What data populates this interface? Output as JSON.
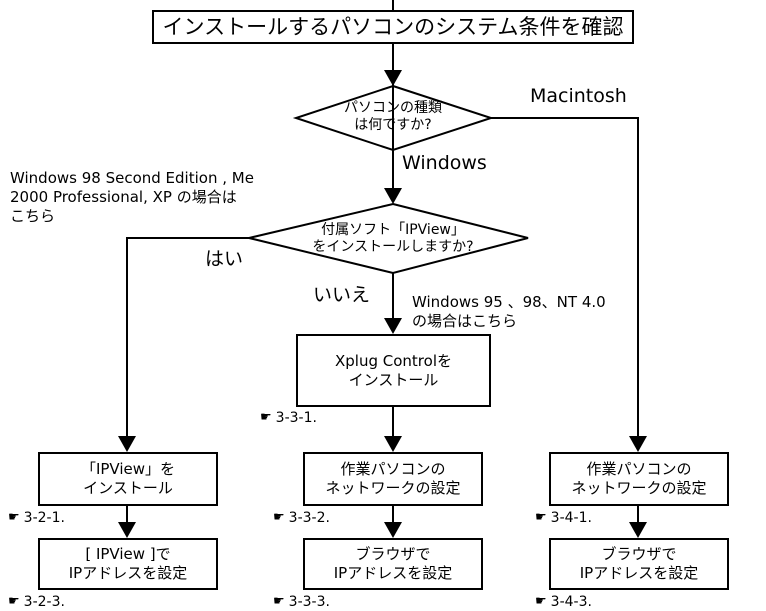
{
  "title": "インストールするパソコンのシステム条件を確認",
  "decision_pc": {
    "line1": "パソコンの種類",
    "line2": "は何ですか?"
  },
  "decision_ipview": {
    "line1": "付属ソフト「IPView」",
    "line2": "をインストールしますか?"
  },
  "labels": {
    "macintosh": "Macintosh",
    "windows": "Windows",
    "yes": "はい",
    "no": "いいえ",
    "note_new_1": "Windows 98 Second Edition , Me",
    "note_new_2": "2000 Professional, XP の場合は",
    "note_new_3": "こちら",
    "note_old_1": "Windows 95 、98、NT 4.0",
    "note_old_2": "の場合はこちら"
  },
  "boxes": {
    "xplug": {
      "line1": "Xplug Controlを",
      "line2": "インストール"
    },
    "ipview_install": {
      "line1": "「IPView」を",
      "line2": "インストール"
    },
    "ipview_ip": {
      "line1": "[ IPView ]で",
      "line2": "IPアドレスを設定"
    },
    "net_win": {
      "line1": "作業パソコンの",
      "line2": "ネットワークの設定"
    },
    "browser_win": {
      "line1": "ブラウザで",
      "line2": "IPアドレスを設定"
    },
    "net_mac": {
      "line1": "作業パソコンの",
      "line2": "ネットワークの設定"
    },
    "browser_mac": {
      "line1": "ブラウザで",
      "line2": "IPアドレスを設定"
    }
  },
  "refs": {
    "r331": "3-3-1.",
    "r321": "3-2-1.",
    "r332": "3-3-2.",
    "r341": "3-4-1.",
    "r323": "3-2-3.",
    "r333": "3-3-3.",
    "r343": "3-4-3."
  },
  "icons": {
    "reference": "pointing-hand-icon"
  }
}
